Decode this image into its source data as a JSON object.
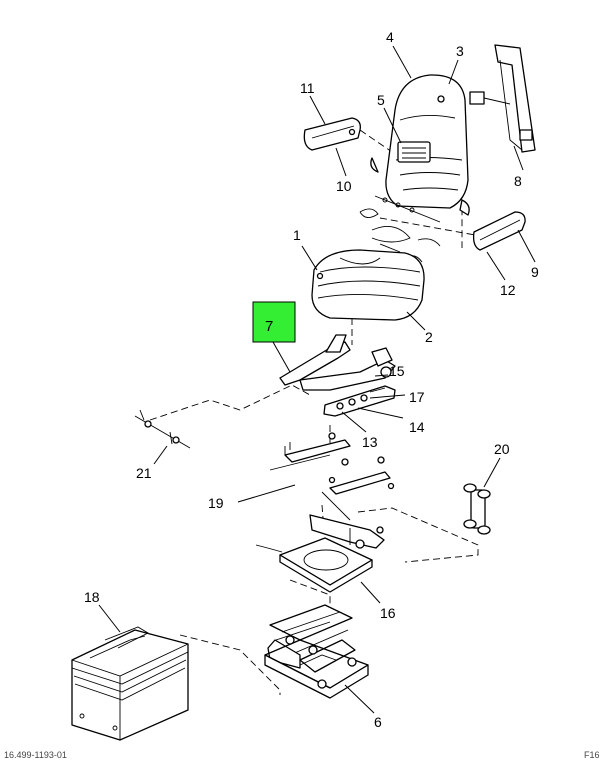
{
  "diagram": {
    "highlight_color": "#33ee33",
    "highlighted_part": "7",
    "callouts": [
      "1",
      "2",
      "3",
      "4",
      "5",
      "6",
      "7",
      "8",
      "9",
      "10",
      "11",
      "12",
      "13",
      "14",
      "15",
      "16",
      "17",
      "18",
      "19",
      "20",
      "21"
    ],
    "footer_left": "16.499-1193-01",
    "footer_right": "F16"
  }
}
